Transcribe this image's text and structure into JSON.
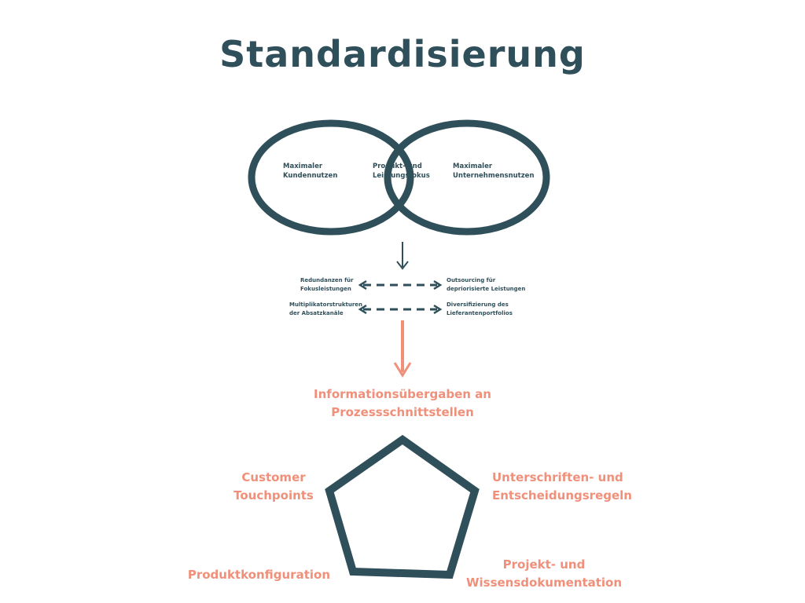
{
  "title": "Standardisierung",
  "colors": {
    "dark": "#2f4f5a",
    "accent": "#f0907a"
  },
  "venn": {
    "left_label": [
      "Maximaler",
      "Kundennutzen"
    ],
    "center_label": [
      "Produkt- und",
      "Leistungsfokus"
    ],
    "right_label": [
      "Maximaler",
      "Unternehmensnutzen"
    ]
  },
  "relations": {
    "row1_left": [
      "Redundanzen für",
      "Fokusleistungen"
    ],
    "row1_right": [
      "Outsourcing für",
      "depriorisierte Leistungen"
    ],
    "row2_left": [
      "Multiplikatorstrukturen",
      "der Absatzkanäle"
    ],
    "row2_right": [
      "Diversifizierung des",
      "Lieferantenportfolios"
    ]
  },
  "pentagon": {
    "top": [
      "Informationsübergaben an",
      "Prozessschnittstellen"
    ],
    "upper_left": [
      "Customer",
      "Touchpoints"
    ],
    "upper_right": [
      "Unterschriften- und",
      "Entscheidungsregeln"
    ],
    "lower_left": [
      "Produktkonfiguration"
    ],
    "lower_right": [
      "Projekt- und",
      "Wissensdokumentation"
    ]
  }
}
